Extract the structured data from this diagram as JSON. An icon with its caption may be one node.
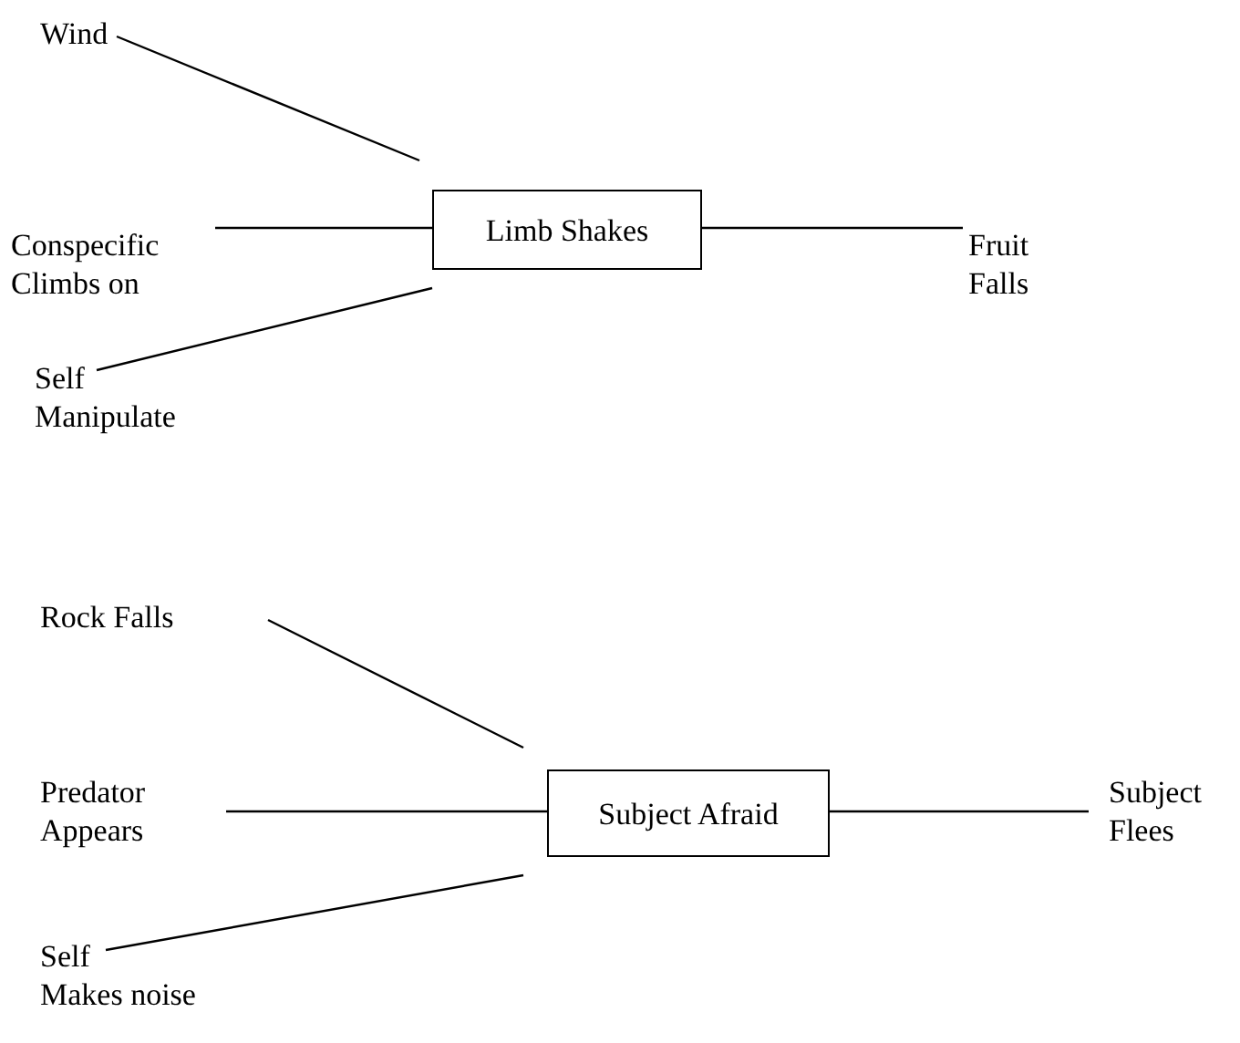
{
  "diagram": {
    "nodes": [
      {
        "text": [
          "Wind"
        ]
      },
      {
        "text": [
          "Conspecific Climbs on"
        ]
      },
      {
        "text": [
          "Self Manipulate"
        ]
      },
      {
        "text": [
          "Limb Shakes"
        ]
      },
      {
        "text": [
          "Fruit Falls"
        ]
      },
      {
        "text": [
          "Rock Falls"
        ]
      },
      {
        "text": [
          "Predator Appears"
        ]
      },
      {
        "text": [
          "Self Makes noise"
        ]
      },
      {
        "text": [
          "Subject Afraid"
        ]
      },
      {
        "text": [
          "Subject Flees"
        ]
      }
    ],
    "edges": [
      {
        "from": 0,
        "to": 3,
        "arrow": "none"
      },
      {
        "from": 1,
        "to": 3,
        "arrow": "none"
      },
      {
        "from": 2,
        "to": 3,
        "arrow": "none"
      },
      {
        "from": 3,
        "to": 4,
        "arrow": "none"
      },
      {
        "from": 5,
        "to": 8,
        "arrow": "none"
      },
      {
        "from": 6,
        "to": 8,
        "arrow": "none"
      },
      {
        "from": 7,
        "to": 8,
        "arrow": "none"
      },
      {
        "from": 8,
        "to": 9,
        "arrow": "none"
      }
    ]
  }
}
